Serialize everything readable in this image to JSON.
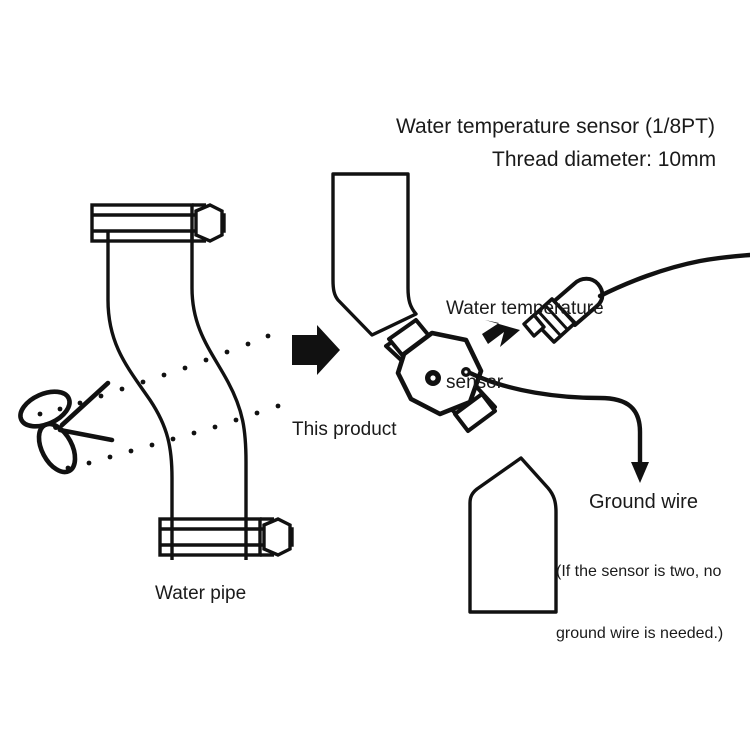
{
  "diagram": {
    "background_color": "#ffffff",
    "line_color": "#111111",
    "text_color": "#1a1a1a",
    "title": {
      "line1": "Water temperature sensor (1/8PT)",
      "line2": "Thread diameter: 10mm"
    },
    "labels": {
      "sensor_line1": "Water temperature",
      "sensor_line2": "sensor",
      "this_product": "This product",
      "water_pipe": "Water pipe",
      "ground_wire": "Ground wire",
      "note_line1": "(If the sensor is two, no",
      "note_line2": "ground wire is needed.)"
    },
    "icons": {
      "scissors": "scissors-icon",
      "flow_arrow": "right-block-arrow-icon",
      "insert_arrow": "insert-arrow-icon",
      "ground_arrow": "ground-wire-arrow-icon"
    },
    "parts": {
      "hose_clamp_top": "hose-clamp",
      "hose_clamp_bottom": "hose-clamp",
      "adapter_body": "hex-adapter-fitting",
      "sensor_plug": "threaded-sensor-plug",
      "cut_line": "dotted-cut-line"
    }
  }
}
